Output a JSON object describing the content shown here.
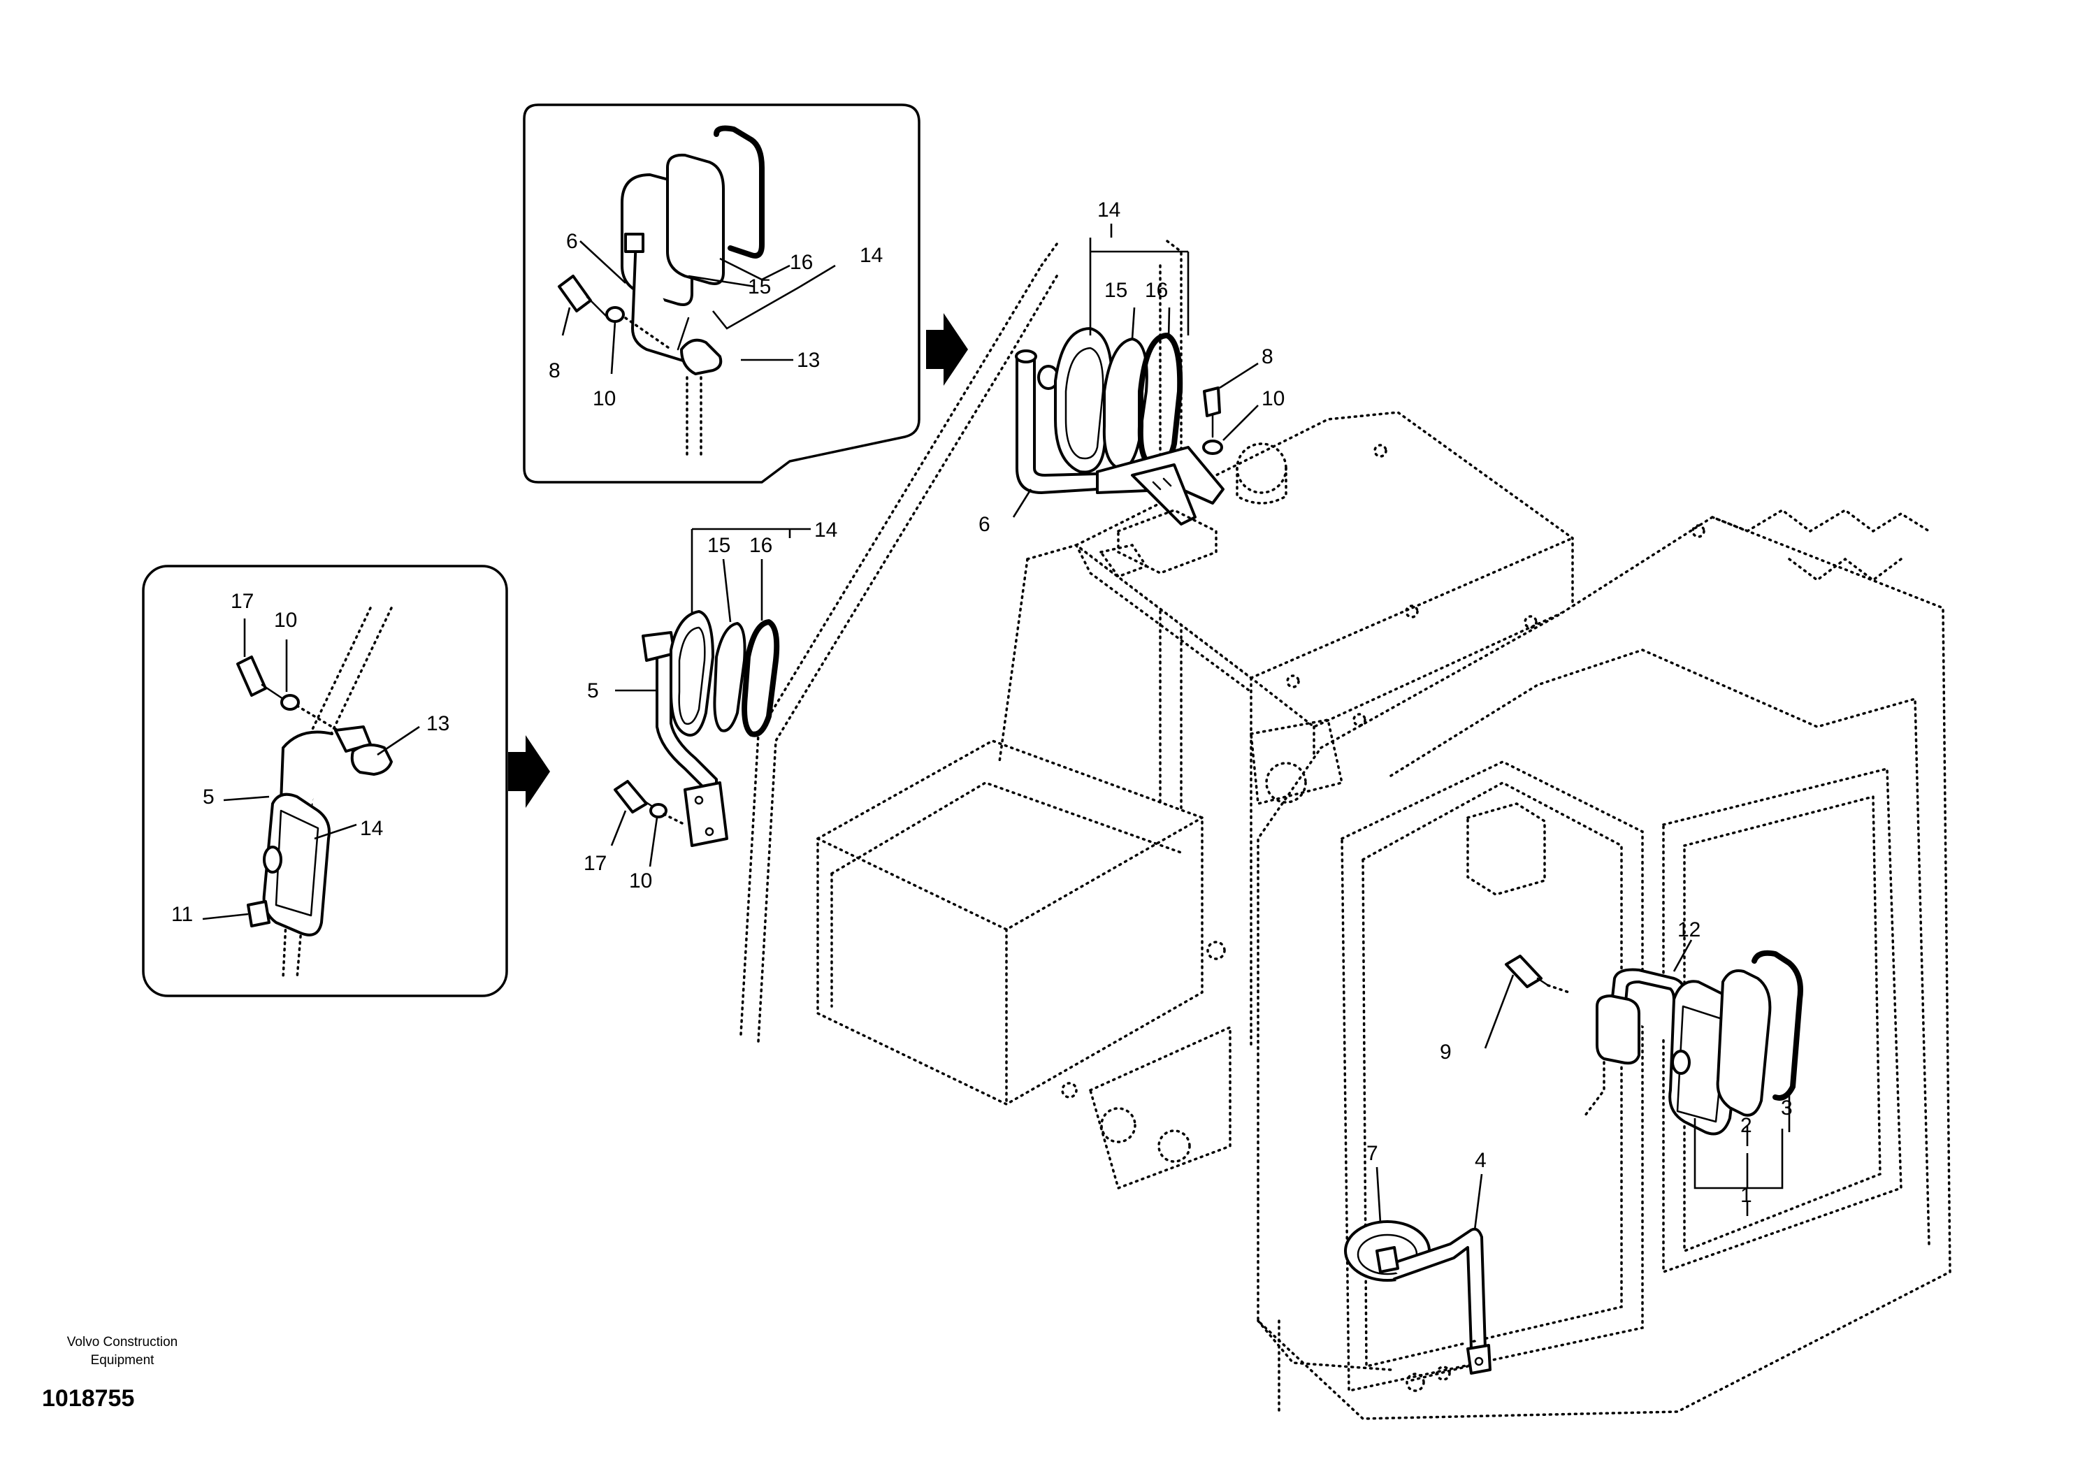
{
  "footer": {
    "maker_line1": "Volvo Construction",
    "maker_line2": "Equipment",
    "document_number": "1018755"
  },
  "callouts": {
    "inset_top": {
      "c6": "6",
      "c8": "8",
      "c10": "10",
      "c13": "13",
      "c14": "14",
      "c15": "15",
      "c16": "16"
    },
    "inset_left": {
      "c5": "5",
      "c10": "10",
      "c11": "11",
      "c13": "13",
      "c14": "14",
      "c17": "17"
    },
    "right_mirror_assy": {
      "c6": "6",
      "c8": "8",
      "c10": "10",
      "c14": "14",
      "c15": "15",
      "c16": "16"
    },
    "left_mirror_assy": {
      "c5": "5",
      "c10": "10",
      "c14": "14",
      "c15": "15",
      "c16": "16",
      "c17": "17"
    },
    "cab_mirror": {
      "c1": "1",
      "c2": "2",
      "c3": "3",
      "c9": "9",
      "c12": "12"
    },
    "round_mirror": {
      "c4": "4",
      "c7": "7"
    }
  }
}
